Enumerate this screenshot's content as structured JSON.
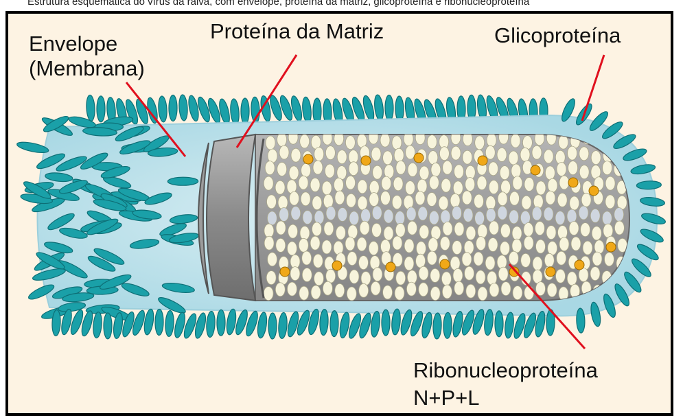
{
  "caption": "Estrutura esquemática do vírus da raiva, com envelope, proteína da matriz, glicoproteína e ribonucleoproteína",
  "labels": {
    "envelope_line1": "Envelope",
    "envelope_line2": "(Membrana)",
    "matrix": "Proteína da Matriz",
    "glyco": "Glicoproteína",
    "rnp_line1": "Ribonucleoproteína",
    "rnp_line2": "N+P+L"
  },
  "colors": {
    "background": "#fdf3e3",
    "spike": "#1aa0a8",
    "spike_dark": "#0e6f76",
    "envelope": "#bfe3ec",
    "capsule": "#8f8f8f",
    "nucleocapsid": "#f7f4dc",
    "polymerase": "#f0a818",
    "leader": "#e0101e"
  }
}
